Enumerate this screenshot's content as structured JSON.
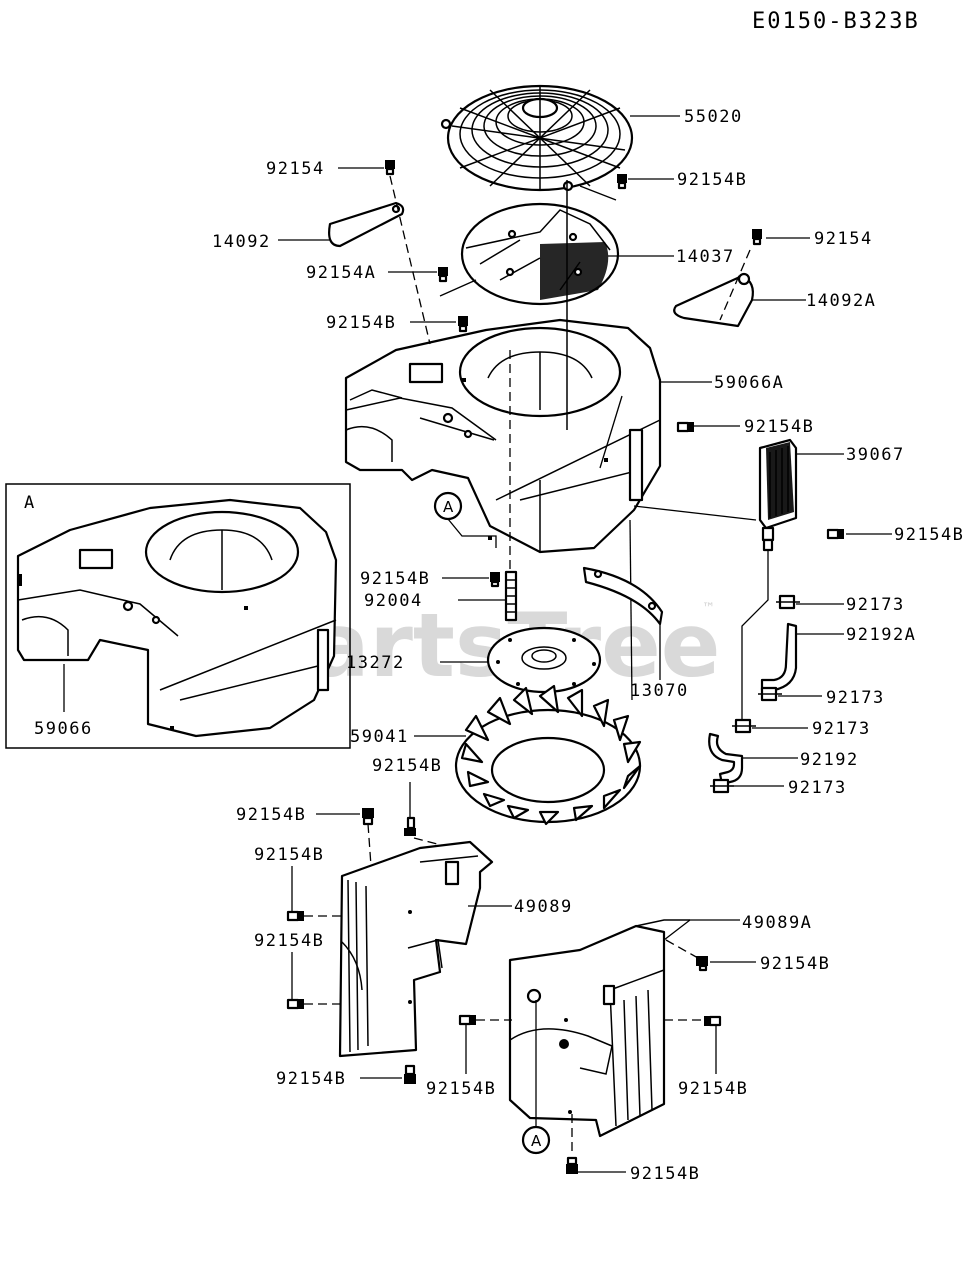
{
  "diagram_id": "E0150-B323B",
  "watermark": "PartsTree",
  "watermark_tm": "™",
  "callout_letter": "A",
  "inset_letter": "A",
  "labels": {
    "p55020": "55020",
    "p92154_top": "92154",
    "p92154B_grille": "92154B",
    "p14092": "14092",
    "p92154_right": "92154",
    "p14037": "14037",
    "p92154A": "92154A",
    "p14092A": "14092A",
    "p92154B_shroud": "92154B",
    "p59066A": "59066A",
    "p92154B_side": "92154B",
    "p39067": "39067",
    "p92154B_filter": "92154B",
    "p92154B_mid": "92154B",
    "p92173_a": "92173",
    "p92004": "92004",
    "p92192A": "92192A",
    "p13272": "13272",
    "p13070": "13070",
    "p92173_b": "92173",
    "p59066": "59066",
    "p59041": "59041",
    "p92173_c": "92173",
    "p92154B_fan": "92154B",
    "p92192": "92192",
    "p92173_d": "92173",
    "p92154B_cover": "92154B",
    "p92154B_l1": "92154B",
    "p49089": "49089",
    "p92154B_l2": "92154B",
    "p49089A": "49089A",
    "p92154B_r1": "92154B",
    "p92154B_bot1": "92154B",
    "p92154B_bot2": "92154B",
    "p92154B_bot3": "92154B",
    "p92154B_bot4": "92154B"
  }
}
